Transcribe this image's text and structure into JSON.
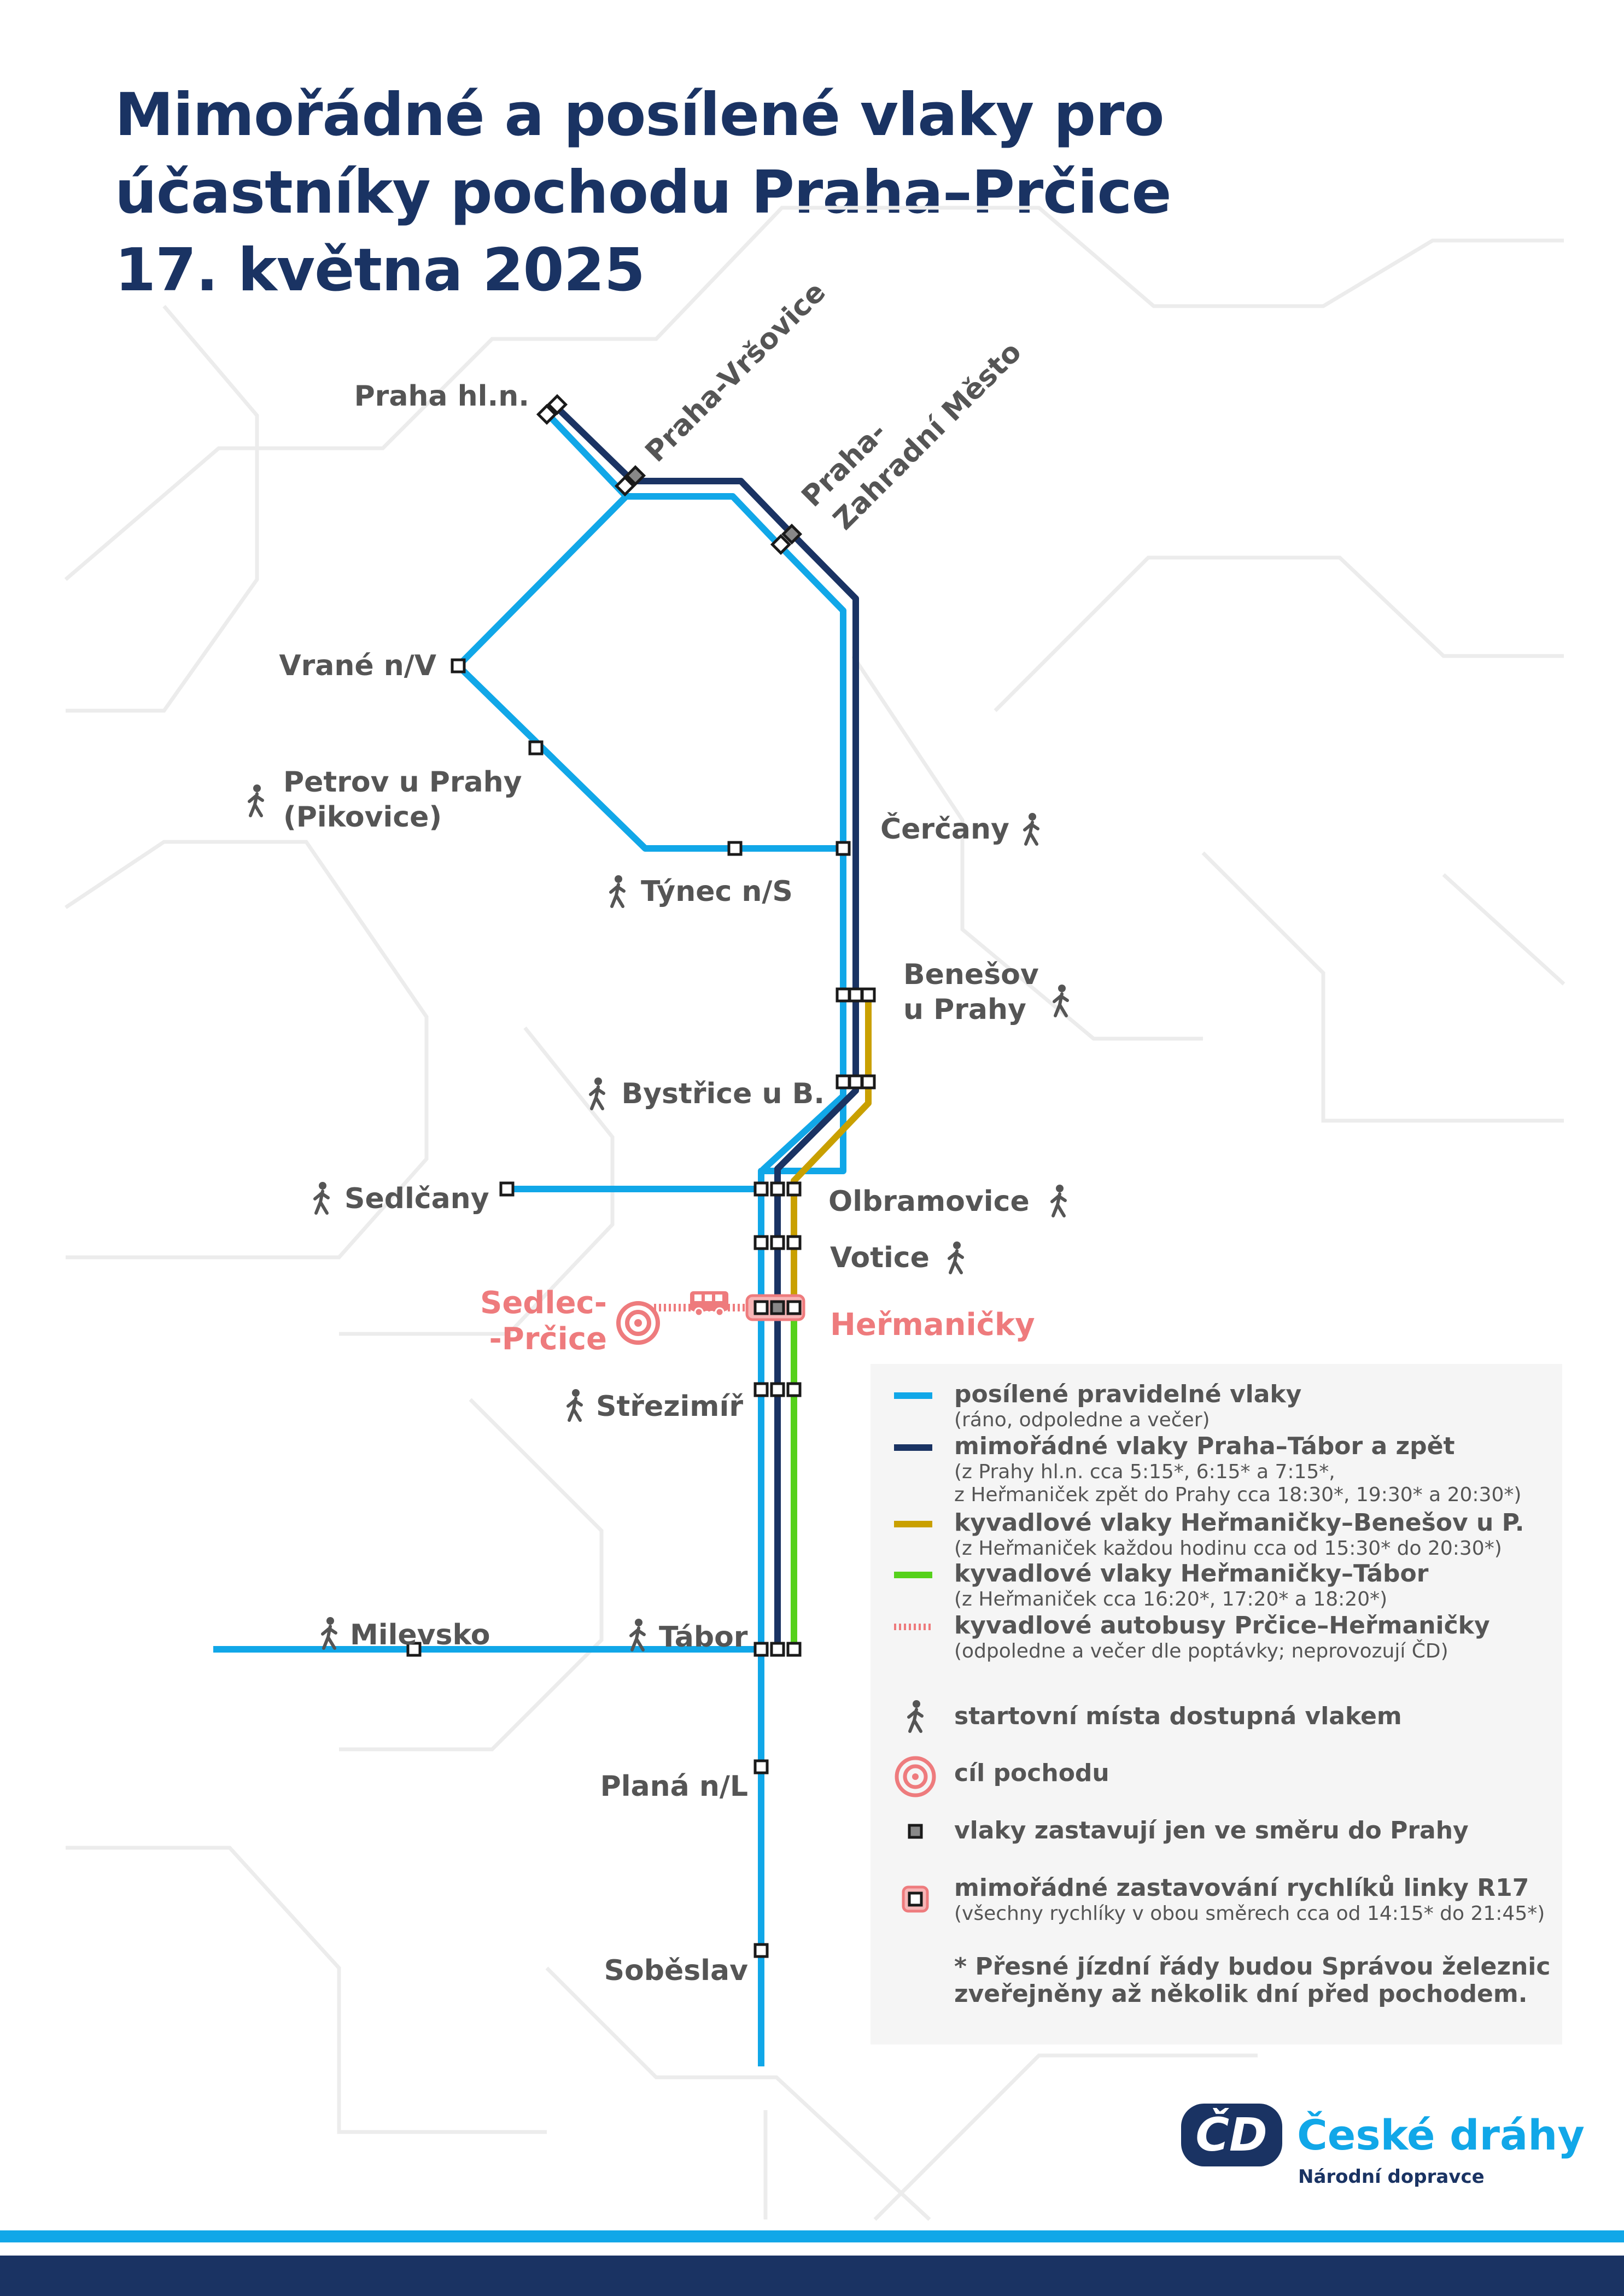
{
  "title": {
    "line1": "Mimořádné a posílené vlaky pro",
    "line2": "účastníky pochodu Praha–Prčice",
    "line3": "17. května 2025"
  },
  "colors": {
    "light_blue": "#11a7e8",
    "dark_blue": "#1a3363",
    "gold": "#c9a000",
    "green": "#56d11c",
    "salmon": "#ee7b7d",
    "gray": "#555555"
  },
  "stations": {
    "praha_hln": "Praha hl.n.",
    "praha_vrsovice": "Praha-Vršovice",
    "praha_zm_1": "Praha-",
    "praha_zm_2": "Zahradní Město",
    "vrane": "Vrané n/V",
    "petrov_1": "Petrov u Prahy",
    "petrov_2": "(Pikovice)",
    "tynec": "Týnec n/S",
    "cercany": "Čerčany",
    "benesov_1": "Benešov",
    "benesov_2": "u Prahy",
    "bystrice": "Bystřice u B.",
    "sedlcany": "Sedlčany",
    "olbramovice": "Olbramovice",
    "votice": "Votice",
    "hermanicky": "Heřmaničky",
    "sedlec_1": "Sedlec-",
    "sedlec_2": "-Prčice",
    "strezimir": "Střezimíř",
    "milevsko": "Milevsko",
    "tabor": "Tábor",
    "plana": "Planá n/L",
    "sobeslav": "Soběslav"
  },
  "legend": {
    "items": [
      {
        "title": "posílené pravidelné vlaky",
        "sub": [
          "(ráno, odpoledne a večer)"
        ],
        "color": "#11a7e8",
        "style": "solid"
      },
      {
        "title": "mimořádné vlaky Praha–Tábor a zpět",
        "sub": [
          "(z Prahy hl.n. cca 5:15*, 6:15* a 7:15*,",
          "z Heřmaniček zpět do Prahy cca 18:30*, 19:30* a 20:30*)"
        ],
        "color": "#1a3363",
        "style": "solid"
      },
      {
        "title": "kyvadlové vlaky Heřmaničky–Benešov u P.",
        "sub": [
          "(z Heřmaniček každou hodinu cca od 15:30* do 20:30*)"
        ],
        "color": "#c9a000",
        "style": "solid"
      },
      {
        "title": "kyvadlové vlaky Heřmaničky–Tábor",
        "sub": [
          "(z Heřmaniček cca 16:20*, 17:20* a 18:20*)"
        ],
        "color": "#56d11c",
        "style": "solid"
      },
      {
        "title": "kyvadlové autobusy Prčice–Heřmaničky",
        "sub": [
          "(odpoledne a večer dle poptávky; neprovozují ČD)"
        ],
        "color": "#ee7b7d",
        "style": "dotted"
      }
    ],
    "walker": "startovní místa dostupná vlakem",
    "target": "cíl pochodu",
    "gray_stop": "vlaky zastavují jen ve směru do Prahy",
    "r17_title": "mimořádné zastavování rychlíků linky R17",
    "r17_sub": "(všechny rychlíky v obou směrech cca od 14:15* do 21:45*)",
    "note_1": "* Přesné jízdní řády budou Správou železnic",
    "note_2": "zveřejněny až několik dní před pochodem."
  },
  "brand": {
    "logo": "ČD",
    "name": "České dráhy",
    "tagline": "Národní dopravce"
  }
}
